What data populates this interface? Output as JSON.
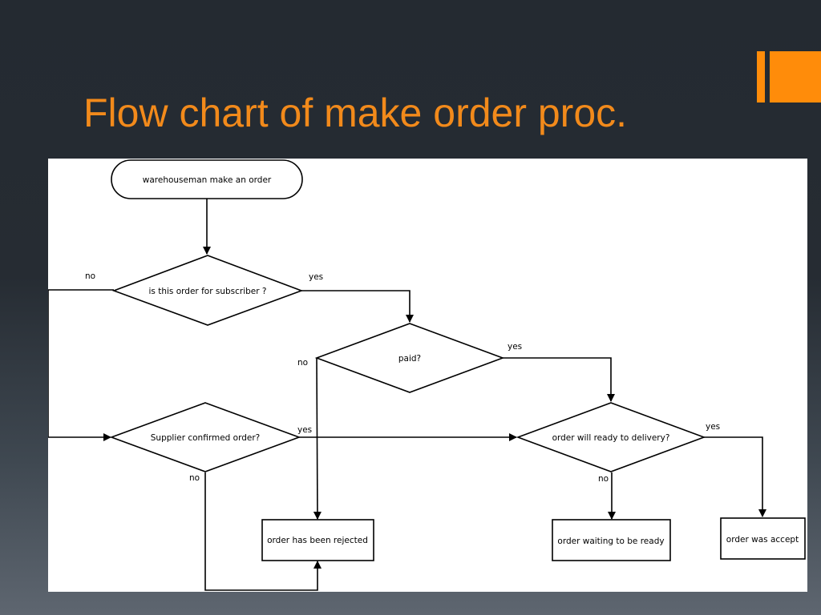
{
  "slide": {
    "title": "Flow chart of make order proc.",
    "accent_color": "#ff8c0a",
    "title_color": "#f28a1b"
  },
  "flowchart": {
    "nodes": {
      "start": "warehouseman make an order",
      "subscriber": "is this order for subscriber ?",
      "paid": "paid?",
      "supplier": "Supplier confirmed order?",
      "ready": "order will ready to delivery?",
      "rejected": "order has been rejected",
      "waiting": "order waiting to be ready",
      "accepted": "order was accept"
    },
    "edge_labels": {
      "subscriber_no": "no",
      "subscriber_yes": "yes",
      "paid_no": "no",
      "paid_yes": "yes",
      "supplier_yes": "yes",
      "supplier_no": "no",
      "ready_yes": "yes",
      "ready_no": "no"
    }
  }
}
